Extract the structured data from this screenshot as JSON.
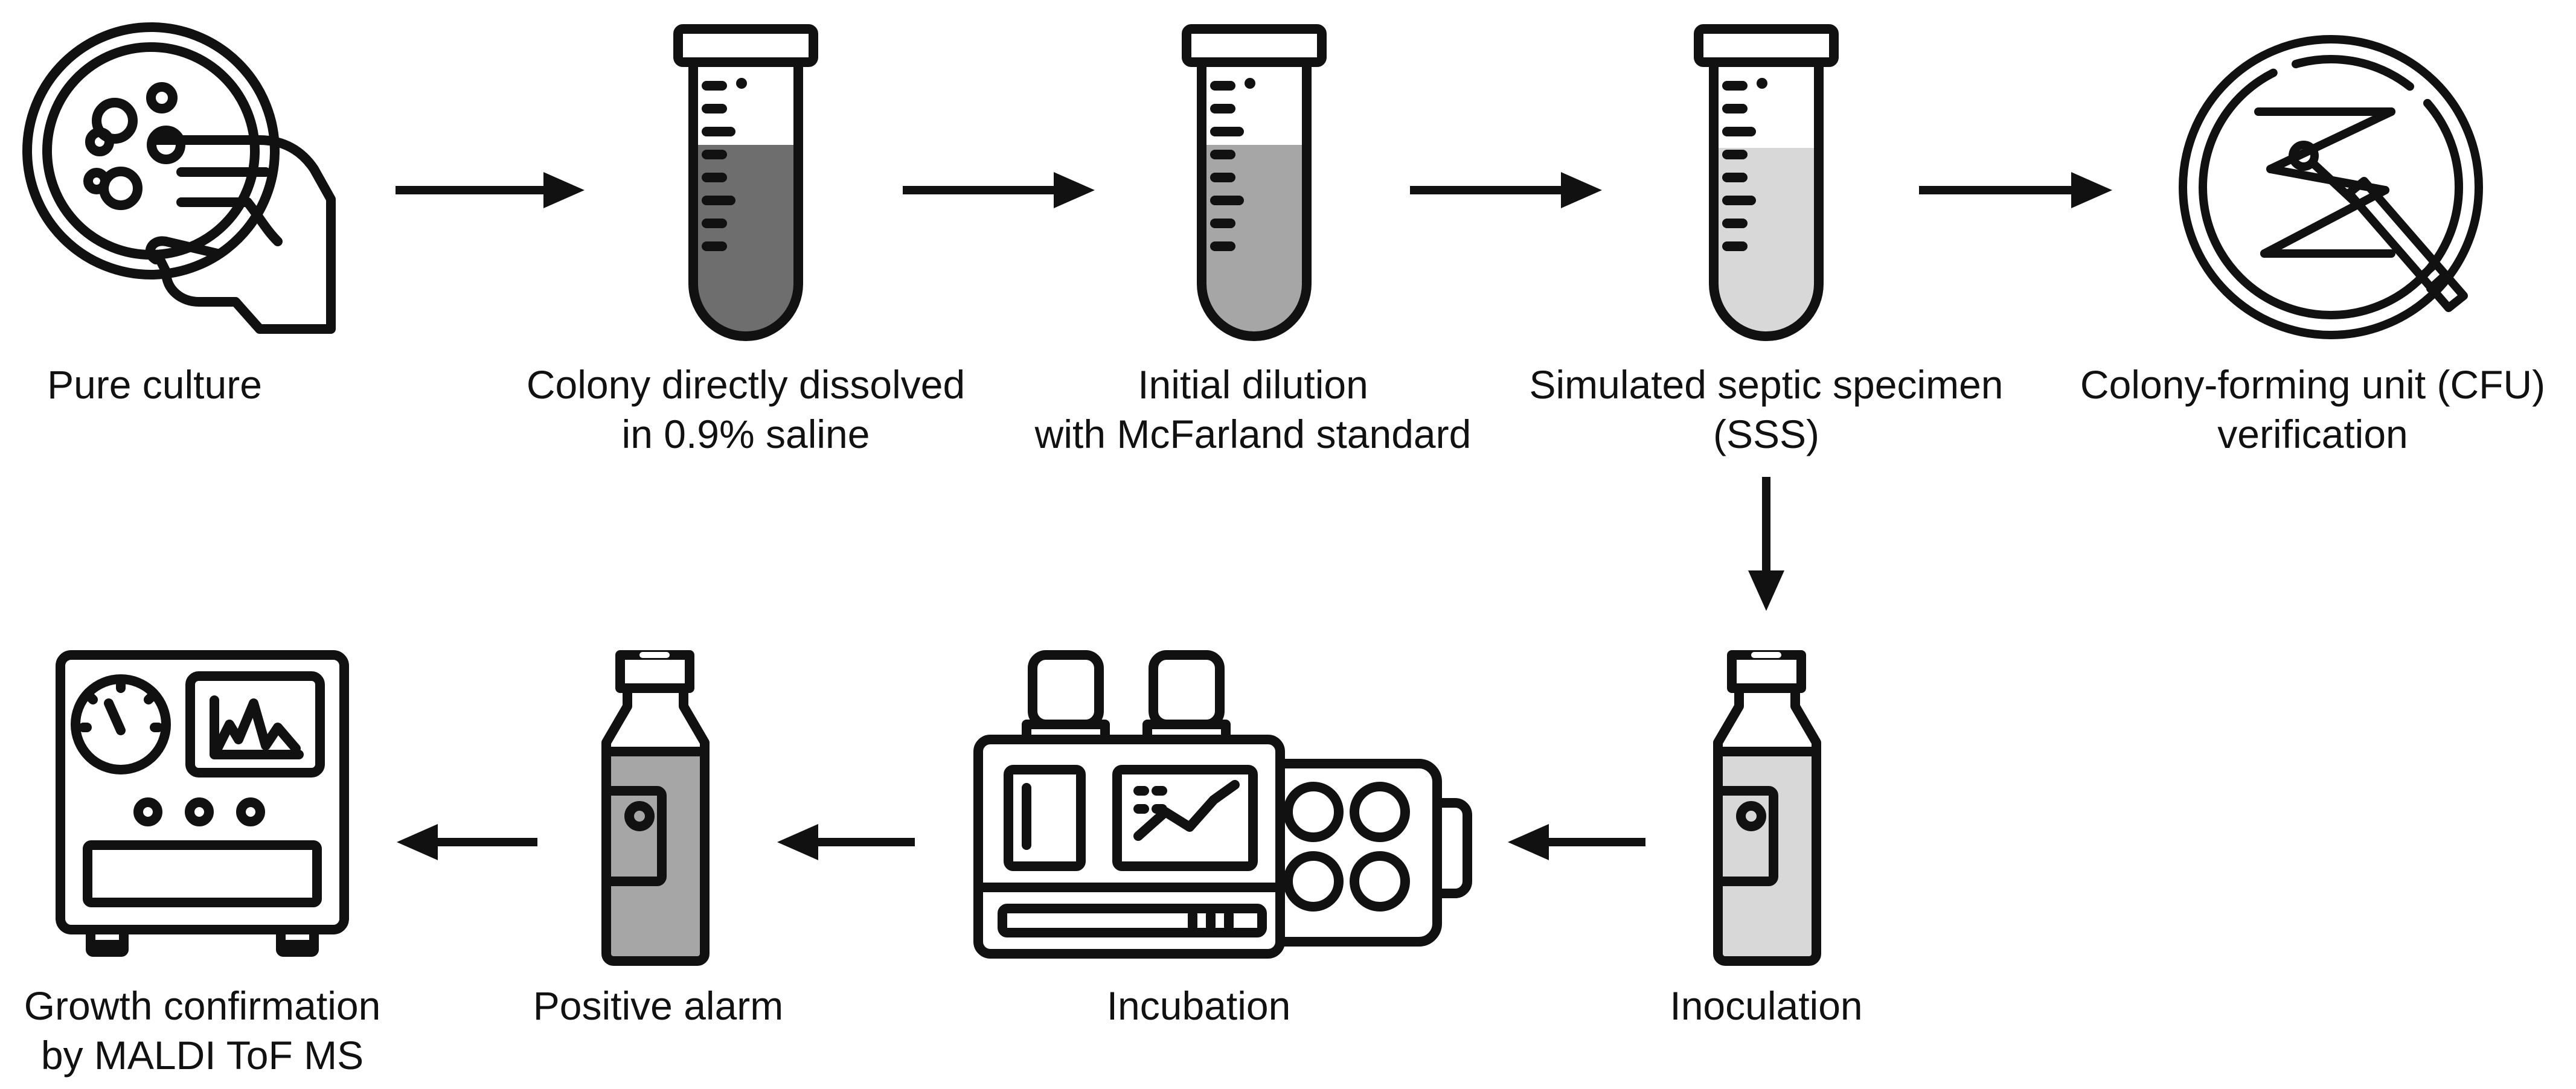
{
  "colors": {
    "ink": "#111111",
    "fill_dark": "#6e6e6e",
    "fill_mid": "#a6a6a6",
    "fill_light": "#d8d8d8",
    "background": "#ffffff"
  },
  "steps": [
    {
      "id": "pure-culture",
      "icon": "hand-holding-petri-dish-icon",
      "lines": [
        "Pure culture"
      ]
    },
    {
      "id": "colony-dissolved",
      "icon": "test-tube-dark-icon",
      "lines": [
        "Colony directly dissolved",
        "in 0.9% saline"
      ]
    },
    {
      "id": "initial-dilution",
      "icon": "test-tube-medium-icon",
      "lines": [
        "Initial dilution",
        "with McFarland standard"
      ]
    },
    {
      "id": "simulated-specimen",
      "icon": "test-tube-light-icon",
      "lines": [
        "Simulated septic specimen",
        "(SSS)"
      ]
    },
    {
      "id": "cfu-verification",
      "icon": "streaked-agar-plate-icon",
      "lines": [
        "Colony-forming unit (CFU)",
        "verification"
      ]
    },
    {
      "id": "inoculation",
      "icon": "blood-culture-bottle-light-icon",
      "lines": [
        "Inoculation"
      ]
    },
    {
      "id": "incubation",
      "icon": "incubator-machine-icon",
      "lines": [
        "Incubation"
      ]
    },
    {
      "id": "positive-alarm",
      "icon": "blood-culture-bottle-dark-icon",
      "lines": [
        "Positive alarm"
      ]
    },
    {
      "id": "growth-confirmation",
      "icon": "mass-spectrometer-icon",
      "lines": [
        "Growth confirmation",
        "by MALDI ToF MS"
      ]
    }
  ],
  "arrows": [
    {
      "from": "pure-culture",
      "to": "colony-dissolved",
      "direction": "right"
    },
    {
      "from": "colony-dissolved",
      "to": "initial-dilution",
      "direction": "right"
    },
    {
      "from": "initial-dilution",
      "to": "simulated-specimen",
      "direction": "right"
    },
    {
      "from": "simulated-specimen",
      "to": "cfu-verification",
      "direction": "right"
    },
    {
      "from": "simulated-specimen",
      "to": "inoculation",
      "direction": "down"
    },
    {
      "from": "inoculation",
      "to": "incubation",
      "direction": "left"
    },
    {
      "from": "incubation",
      "to": "positive-alarm",
      "direction": "left"
    },
    {
      "from": "positive-alarm",
      "to": "growth-confirmation",
      "direction": "left"
    }
  ]
}
